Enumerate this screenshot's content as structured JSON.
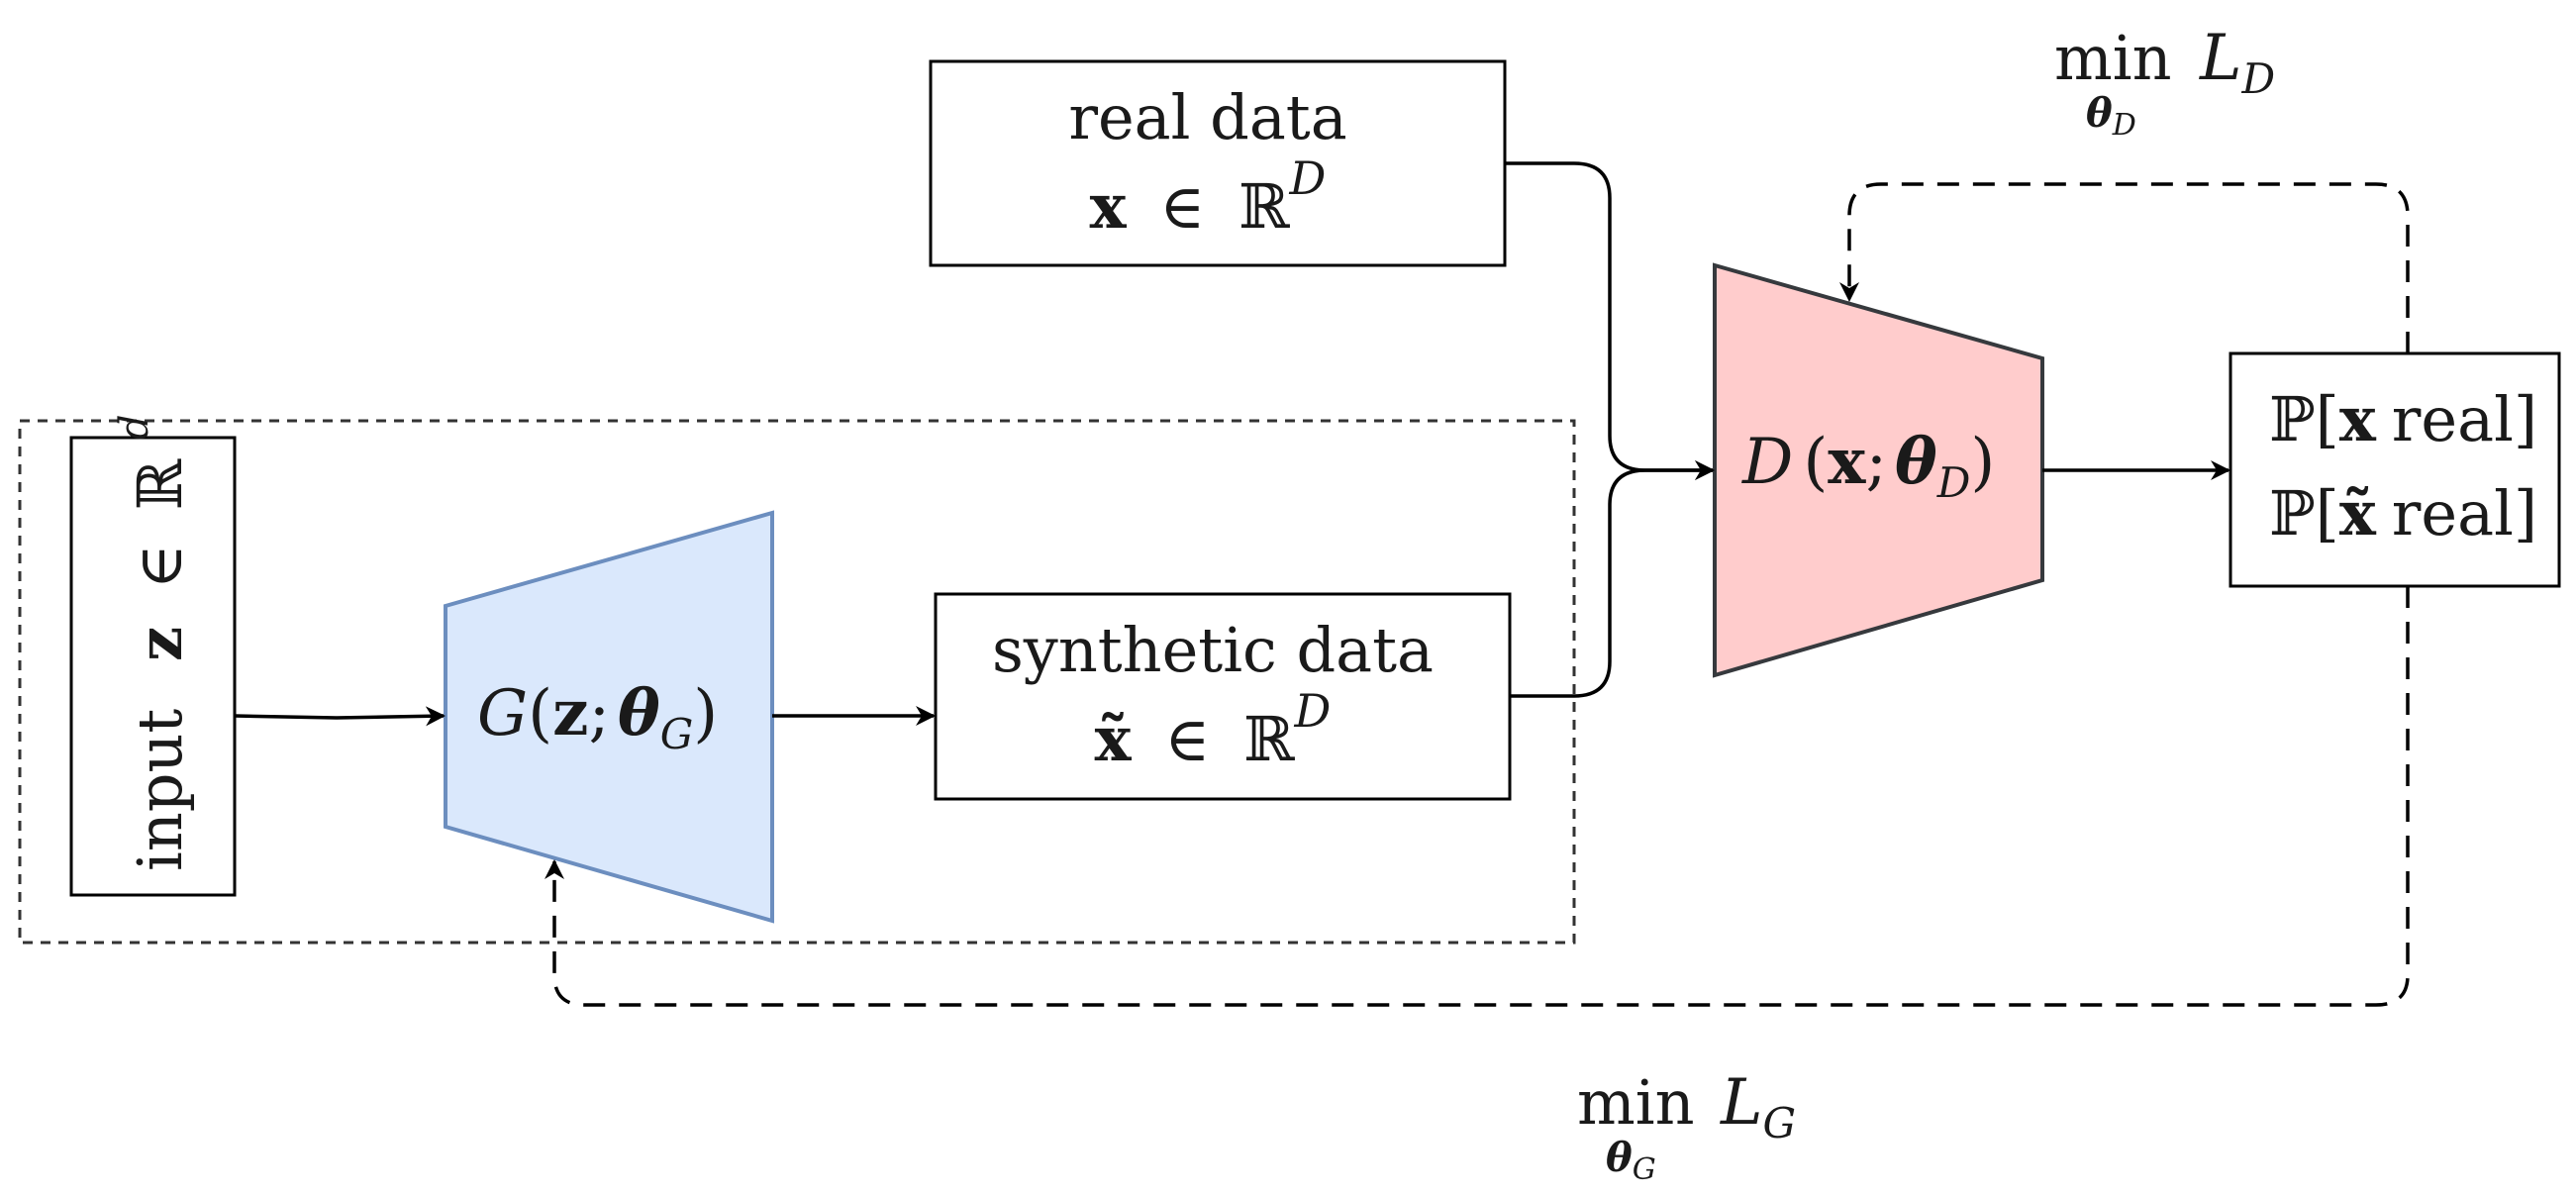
{
  "colors": {
    "generator_fill": "#dae8fc",
    "generator_stroke": "#6c8ebf",
    "discriminator_fill": "#ffcccc",
    "discriminator_stroke": "#36393d",
    "line": "#000000"
  },
  "input_box": {
    "word": "input",
    "var": "z",
    "elem": "∈",
    "space": "ℝ",
    "exp": "d"
  },
  "real_data": {
    "title": "real data",
    "var": "x",
    "elem": "∈",
    "space": "ℝ",
    "exp": "D"
  },
  "synthetic_data": {
    "title": "synthetic data",
    "var": "x̃",
    "elem": "∈",
    "space": "ℝ",
    "exp": "D"
  },
  "generator": {
    "fn": "G",
    "open": "(",
    "var": "z",
    "sep": ";",
    "param": "θ",
    "sub": "G",
    "close": ")"
  },
  "discriminator": {
    "fn": "D",
    "open": "(",
    "var": "x",
    "sep": ";",
    "param": "θ",
    "sub": "D",
    "close": ")"
  },
  "output_box": {
    "prob": "ℙ",
    "line1_var": "x",
    "line2_var": "x̃",
    "word": "real",
    "open": "[",
    "close": "]"
  },
  "loss_d": {
    "op": "min",
    "param": "θ",
    "param_sub": "D",
    "loss": "L",
    "loss_sub": "D"
  },
  "loss_g": {
    "op": "min",
    "param": "θ",
    "param_sub": "G",
    "loss": "L",
    "loss_sub": "G"
  }
}
